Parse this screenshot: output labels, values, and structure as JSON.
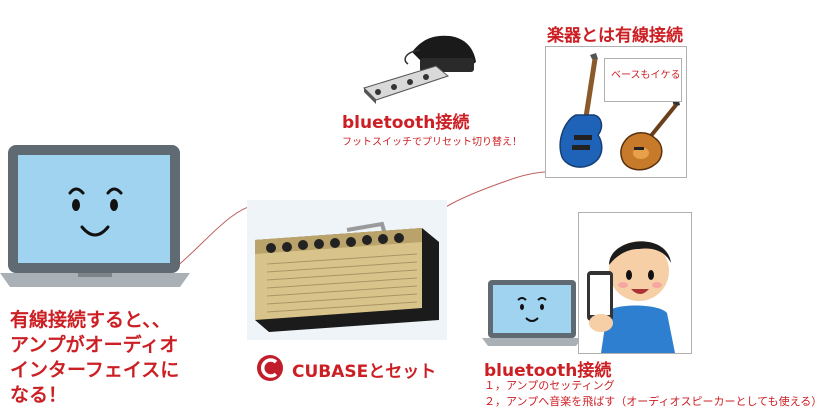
{
  "left_laptop": {
    "caption_lines": [
      "有線接続すると、、",
      "アンプがオーディオ",
      "インターフェイスに",
      "なる！"
    ]
  },
  "pedal": {
    "title": "bluetooth接続",
    "subtitle": "フットスイッチでプリセット切り替え！"
  },
  "instruments": {
    "title": "楽器とは有線接続",
    "bass_note": "ベースもイケる"
  },
  "amp": {
    "software_label": "CUBASEとセット"
  },
  "right_person": {
    "title": "bluetooth接続",
    "lines": [
      "１，アンプのセッティング",
      "２，アンプへ音楽を飛ばす（オーディオスピーカーとしても使える）"
    ]
  },
  "colors": {
    "accent": "#cc1f24",
    "screen": "#9fd3f0",
    "amp_gold": "#d8c48a"
  }
}
